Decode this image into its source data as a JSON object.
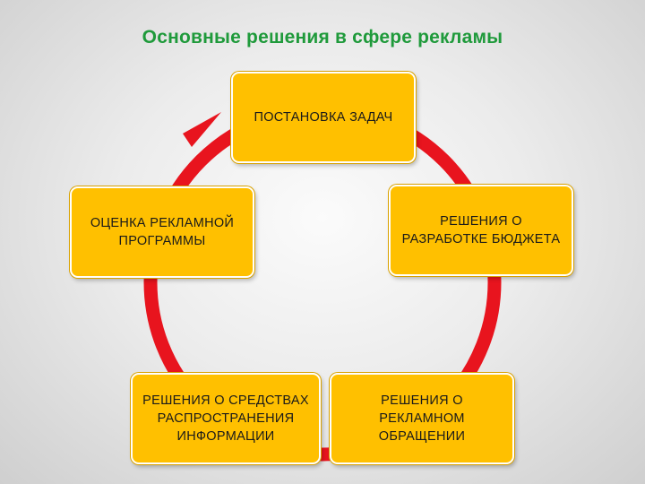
{
  "slide": {
    "title": "Основные решения в сфере рекламы",
    "steps": [
      {
        "id": "tasks",
        "label": "ПОСТАНОВКА ЗАДАЧ"
      },
      {
        "id": "budget",
        "label": "РЕШЕНИЯ О\nРАЗРАБОТКЕ БЮДЖЕТА"
      },
      {
        "id": "message",
        "label": "РЕШЕНИЯ О\nРЕКЛАМНОМ\nОБРАЩЕНИИ"
      },
      {
        "id": "media",
        "label": "РЕШЕНИЯ О СРЕДСТВАХ\nРАСПРОСТРАНЕНИЯ\nИНФОРМАЦИИ"
      },
      {
        "id": "evaluation",
        "label": "ОЦЕНКА РЕКЛАМНОЙ\nПРОГРАММЫ"
      }
    ]
  },
  "colors": {
    "title": "#1f9a3b",
    "box_fill": "#ffc000",
    "cycle_arrow": "#e8141e"
  }
}
